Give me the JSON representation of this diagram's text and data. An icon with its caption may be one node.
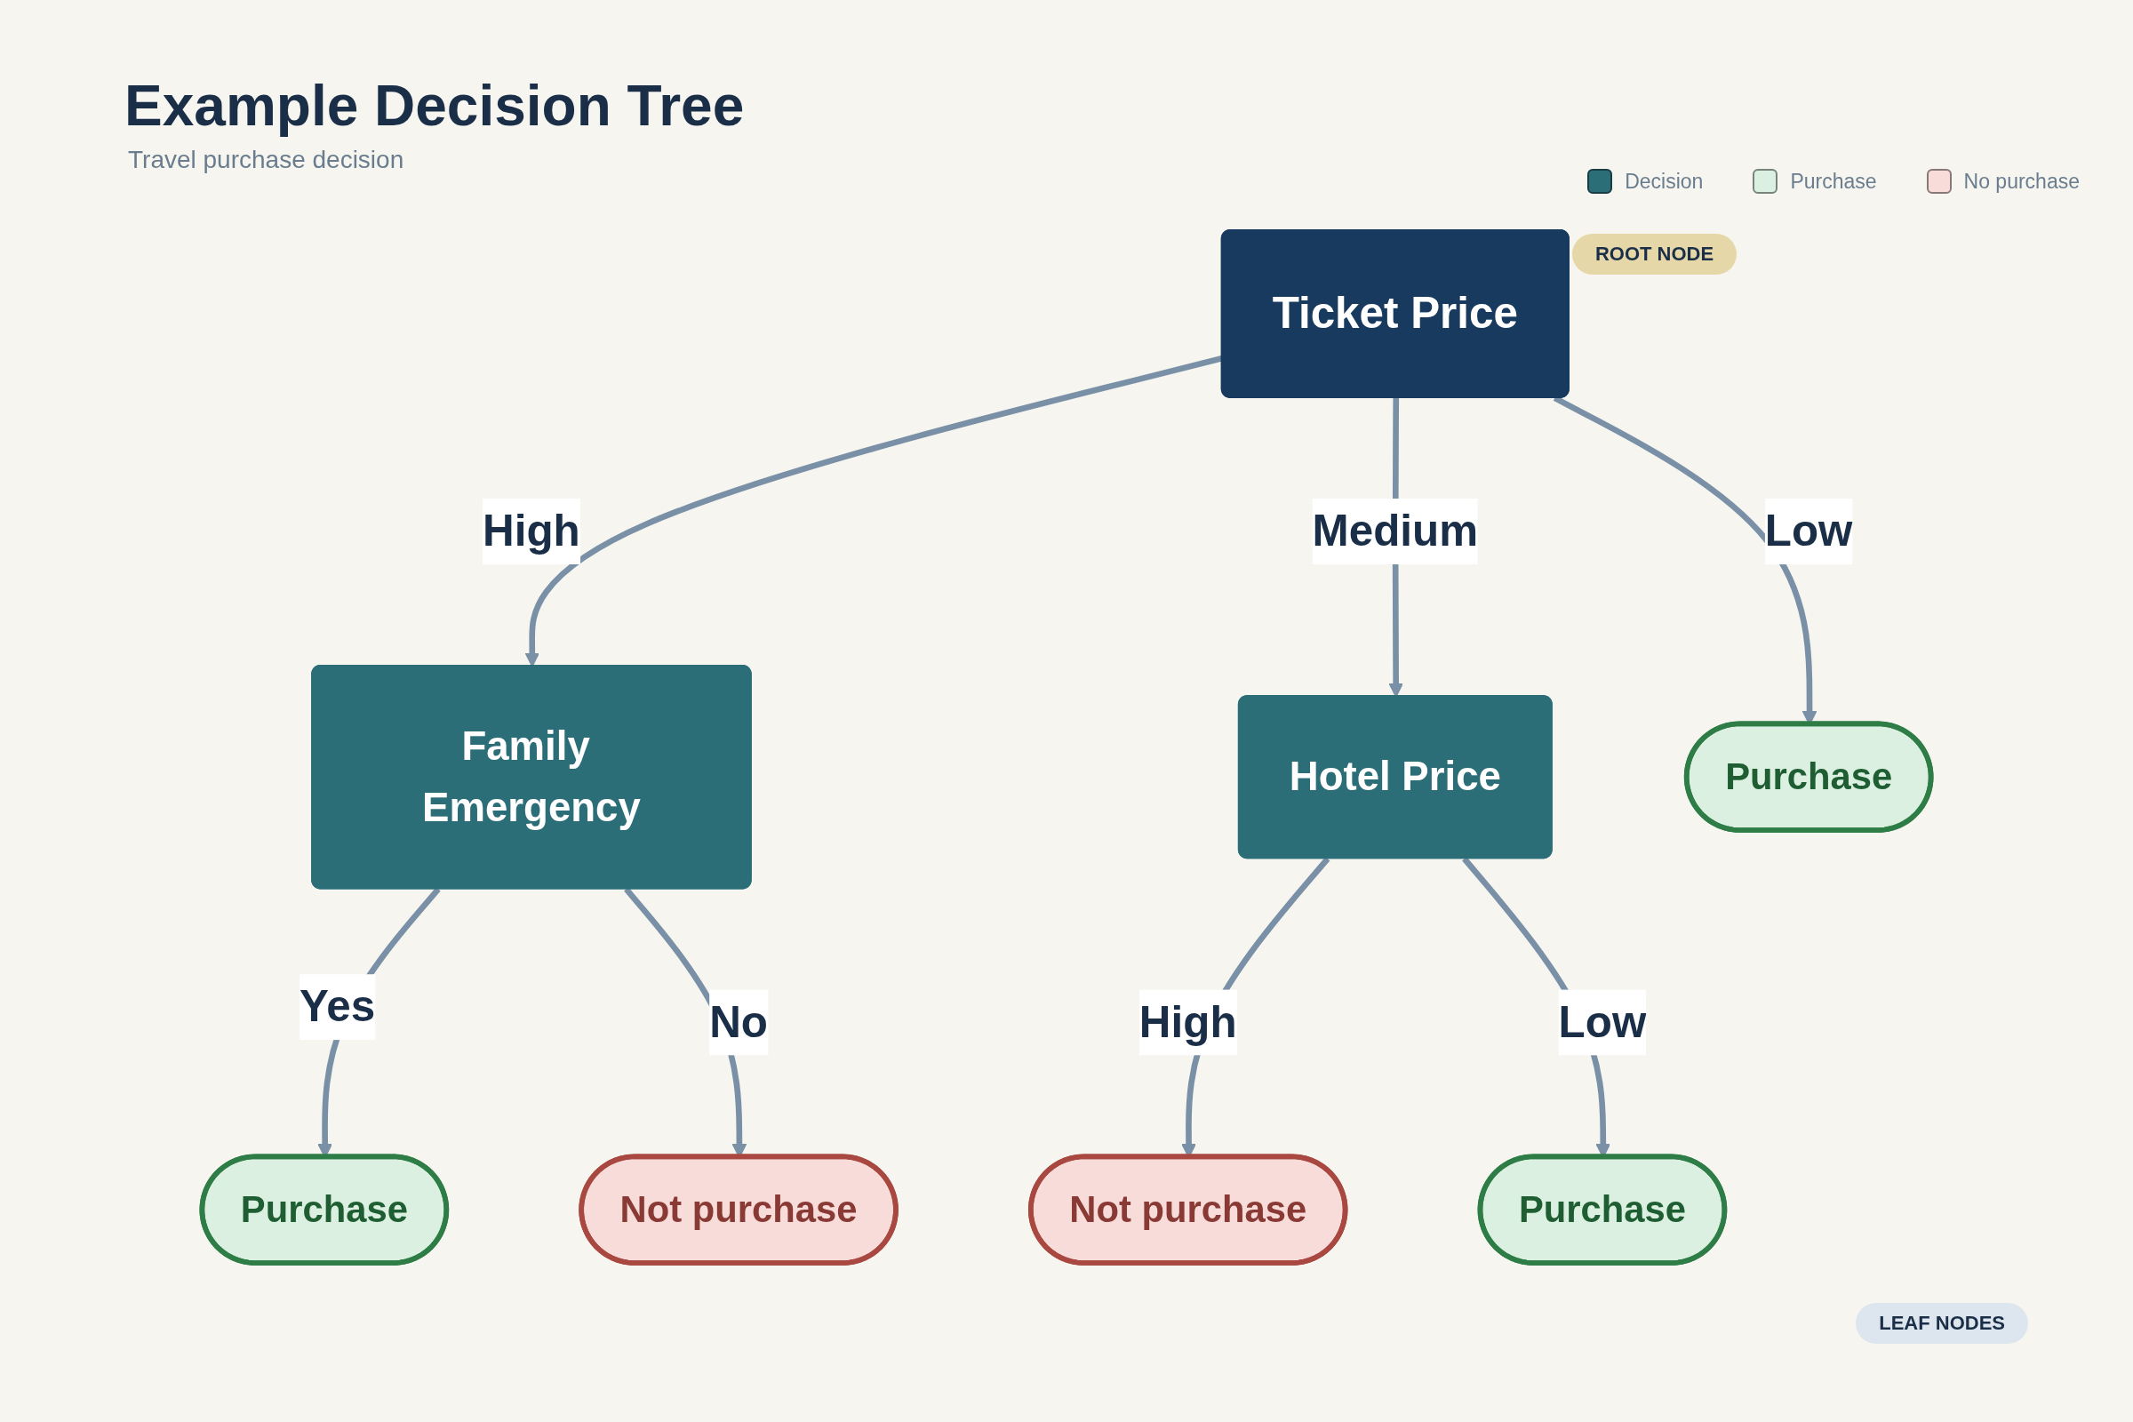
{
  "diagram": {
    "title": "Example Decision Tree",
    "nodes": [
      {
        "text": [
          "Ticket Price"
        ],
        "beside": [
          "ROOT NODE"
        ]
      },
      {
        "text": [
          "Family Emergency"
        ]
      },
      {
        "text": [
          "Hotel Price"
        ]
      },
      {
        "text": [
          "Purchase"
        ]
      },
      {
        "text": [
          "Purchase"
        ]
      },
      {
        "text": [
          "Not purchase"
        ]
      },
      {
        "text": [
          "Not purchase"
        ]
      },
      {
        "text": [
          "Purchase"
        ]
      }
    ],
    "edges": [
      {
        "from": 0,
        "to": 1,
        "arrow": "to",
        "label": "High"
      },
      {
        "from": 0,
        "to": 2,
        "arrow": "to",
        "label": "Medium"
      },
      {
        "from": 0,
        "to": 3,
        "arrow": "to",
        "label": "Low"
      },
      {
        "from": 1,
        "to": 4,
        "arrow": "to",
        "label": "Yes"
      },
      {
        "from": 1,
        "to": 5,
        "arrow": "to",
        "label": "No"
      },
      {
        "from": 2,
        "to": 6,
        "arrow": "to",
        "label": "High"
      },
      {
        "from": 2,
        "to": 7,
        "arrow": "to",
        "label": "Low"
      }
    ],
    "labels": [
      "Travel purchase decision",
      "LEAF NODES"
    ],
    "legend": [
      {
        "text": "Decision",
        "color": "#2c6e78"
      },
      {
        "text": "Purchase",
        "color": "#dbf0e0"
      },
      {
        "text": "No purchase",
        "color": "#f7dcda"
      }
    ]
  }
}
